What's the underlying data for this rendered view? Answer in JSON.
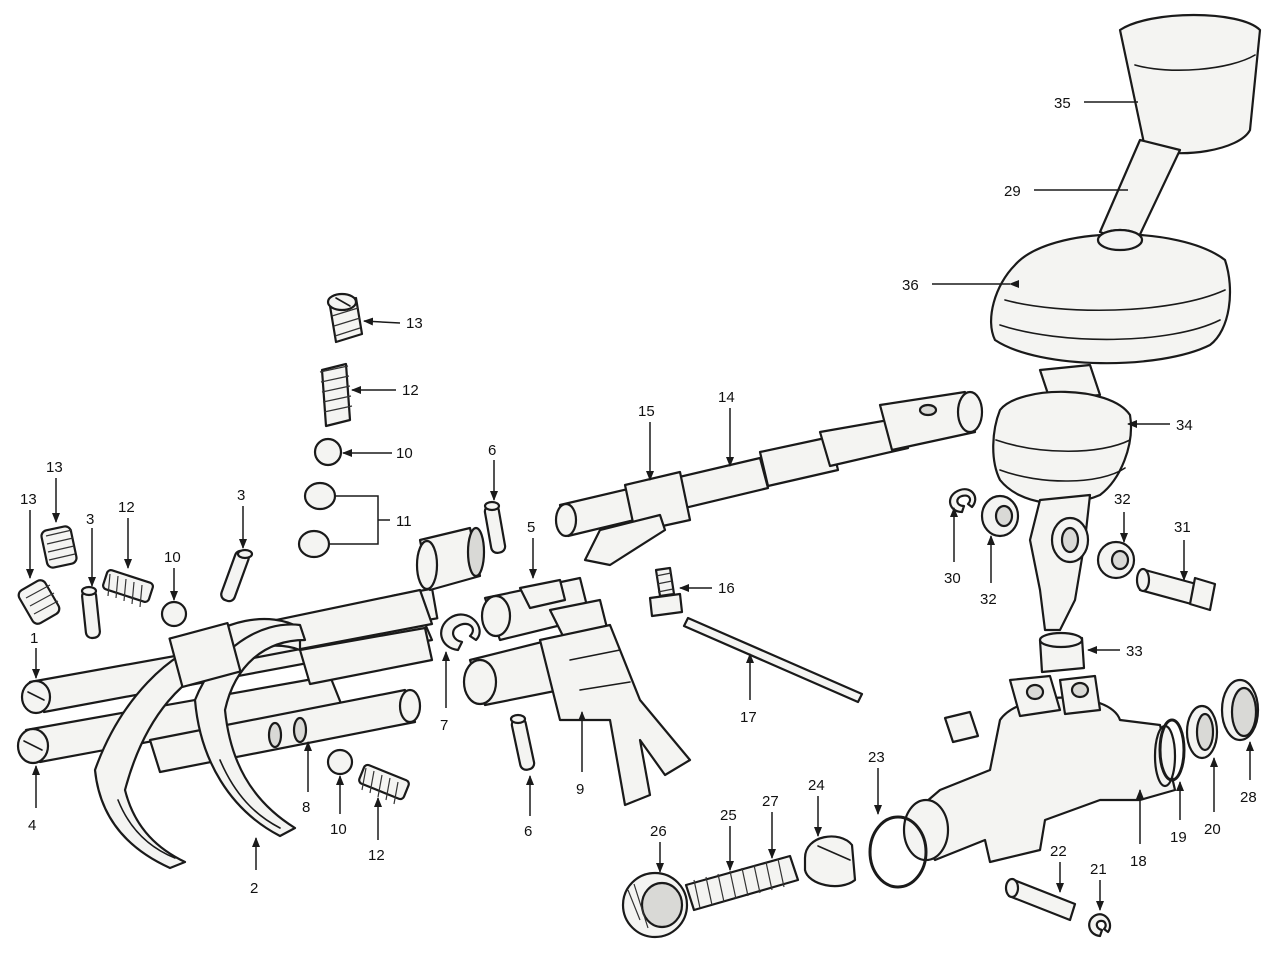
{
  "diagram": {
    "callouts": [
      {
        "id": "c1",
        "text": "1"
      },
      {
        "id": "c2",
        "text": "2"
      },
      {
        "id": "c3a",
        "text": "3"
      },
      {
        "id": "c3b",
        "text": "3"
      },
      {
        "id": "c4",
        "text": "4"
      },
      {
        "id": "c5",
        "text": "5"
      },
      {
        "id": "c6a",
        "text": "6"
      },
      {
        "id": "c6b",
        "text": "6"
      },
      {
        "id": "c7",
        "text": "7"
      },
      {
        "id": "c8",
        "text": "8"
      },
      {
        "id": "c9",
        "text": "9"
      },
      {
        "id": "c10a",
        "text": "10"
      },
      {
        "id": "c10b",
        "text": "10"
      },
      {
        "id": "c10c",
        "text": "10"
      },
      {
        "id": "c11",
        "text": "11"
      },
      {
        "id": "c12a",
        "text": "12"
      },
      {
        "id": "c12b",
        "text": "12"
      },
      {
        "id": "c12c",
        "text": "12"
      },
      {
        "id": "c13a",
        "text": "13"
      },
      {
        "id": "c13b",
        "text": "13"
      },
      {
        "id": "c13c",
        "text": "13"
      },
      {
        "id": "c14",
        "text": "14"
      },
      {
        "id": "c15",
        "text": "15"
      },
      {
        "id": "c16",
        "text": "16"
      },
      {
        "id": "c17",
        "text": "17"
      },
      {
        "id": "c18",
        "text": "18"
      },
      {
        "id": "c19",
        "text": "19"
      },
      {
        "id": "c20",
        "text": "20"
      },
      {
        "id": "c21",
        "text": "21"
      },
      {
        "id": "c22",
        "text": "22"
      },
      {
        "id": "c23",
        "text": "23"
      },
      {
        "id": "c24",
        "text": "24"
      },
      {
        "id": "c25",
        "text": "25"
      },
      {
        "id": "c26",
        "text": "26"
      },
      {
        "id": "c27",
        "text": "27"
      },
      {
        "id": "c28",
        "text": "28"
      },
      {
        "id": "c29",
        "text": "29"
      },
      {
        "id": "c30",
        "text": "30"
      },
      {
        "id": "c31",
        "text": "31"
      },
      {
        "id": "c32a",
        "text": "32"
      },
      {
        "id": "c32b",
        "text": "32"
      },
      {
        "id": "c33",
        "text": "33"
      },
      {
        "id": "c34",
        "text": "34"
      },
      {
        "id": "c35",
        "text": "35"
      },
      {
        "id": "c36",
        "text": "36"
      }
    ]
  }
}
